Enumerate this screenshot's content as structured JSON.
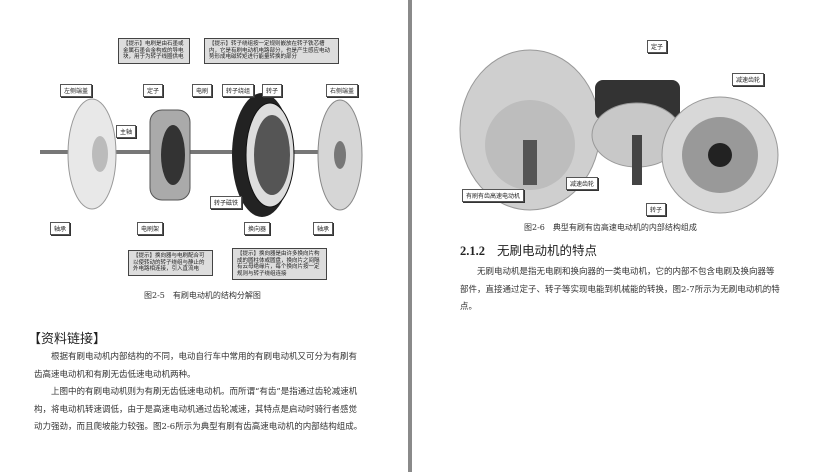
{
  "left_page": {
    "figure": {
      "labels": [
        "左侧端盖",
        "定子",
        "电刷",
        "转子绕组",
        "转子",
        "右侧端盖",
        "主轴",
        "轴承",
        "电刷架",
        "转子磁铁",
        "换向器",
        "轴承"
      ],
      "tips": [
        "【提示】电刷是由石墨或金属石墨合金构成的导电块，用于为转子线圈供电",
        "【提示】转子绕组按一定规则嵌放在转子铁芯槽内，它是有刷电动机电路部分，也是产生感应电动势形成电磁转矩进行能量转换的部分",
        "【提示】换向器与电刷配合可以使转动的转子绕组与静止的外电路相连接，引入直流电",
        "【提示】换向器是由许多换向片构成的圆柱体或圆盘，换向片之间隔有云母绝缘片，每个换向片按一定规则与转子绕组连接"
      ],
      "caption": "图2-5　有刷电动机的结构分解图"
    },
    "section_title": "【资料链接】",
    "paragraphs": [
      "根据有刷电动机内部结构的不同，电动自行车中常用的有刷电动机又可分为有刷有齿高速电动机和有刷无齿低速电动机两种。",
      "上图中的有刷电动机则为有刷无齿低速电动机。而所谓“有齿”是指通过齿轮减速机构，将电动机转速调低，由于是高速电动机通过齿轮减速，其特点是启动时骑行者感觉动力强劲，而且爬坡能力较强。图2-6所示为典型有刷有齿高速电动机的内部结构组成。"
    ]
  },
  "right_page": {
    "figure": {
      "labels": [
        "定子",
        "减速齿轮",
        "减速齿轮",
        "有刷有齿高速电动机",
        "转子"
      ],
      "caption": "图2-6　典型有刷有齿高速电动机的内部结构组成"
    },
    "heading_number": "2.1.2",
    "heading_text": "无刷电动机的特点",
    "paragraph": "无刷电动机是指无电刷和换向器的一类电动机，它的内部不包含电刷及换向器等部件，直接通过定子、转子等实现电能到机械能的转换，图2-7所示为无刷电动机的特点。"
  }
}
